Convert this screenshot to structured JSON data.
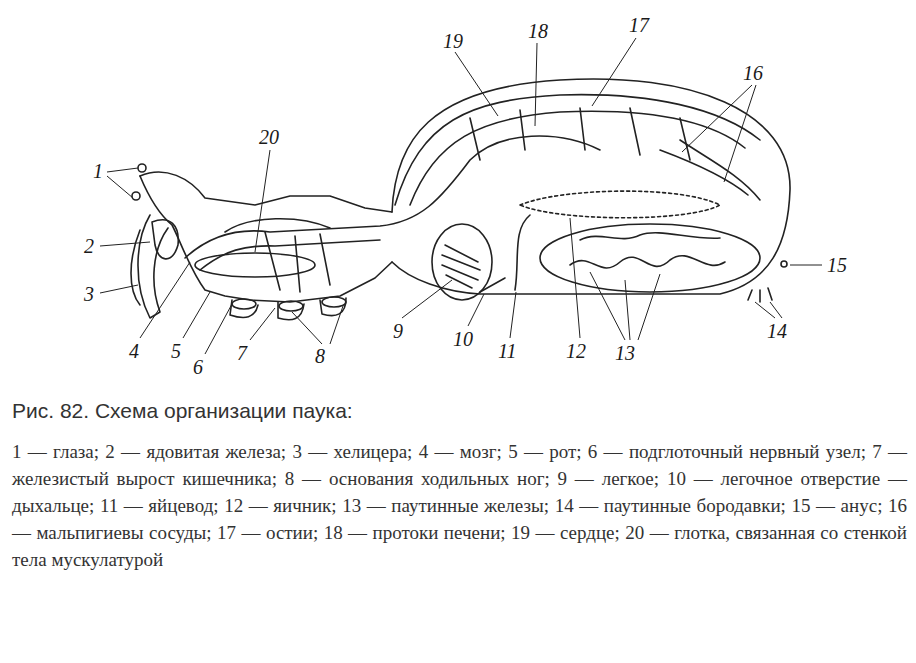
{
  "diagram": {
    "caption": "Рис. 82. Схема организации паука:",
    "labels": [
      "1",
      "2",
      "3",
      "4",
      "5",
      "6",
      "7",
      "8",
      "9",
      "10",
      "11",
      "12",
      "13",
      "14",
      "15",
      "16",
      "17",
      "18",
      "19",
      "20",
      "1 — глаза; 2 — ядовитая железа; 3 — хелицера; 4 — мозг; 5 — рот; 6 — подглоточный нервный узел; 7 — железистый вырост кишечника; 8 — основания ходильных ног; 9 — легкое; 10 — легочное отверстие — дыхальце; 11 — яйцевод; 12 — яичник; 13 — паутинные железы; 14 — паутинные бородавки; 15 — анус; 16 — мальпигиевы сосуды; 17 — остии; 18 — протоки печени; 19 — сердце; 20 — глотка, связанная со стенкой тела мускулатурой"
    ]
  }
}
